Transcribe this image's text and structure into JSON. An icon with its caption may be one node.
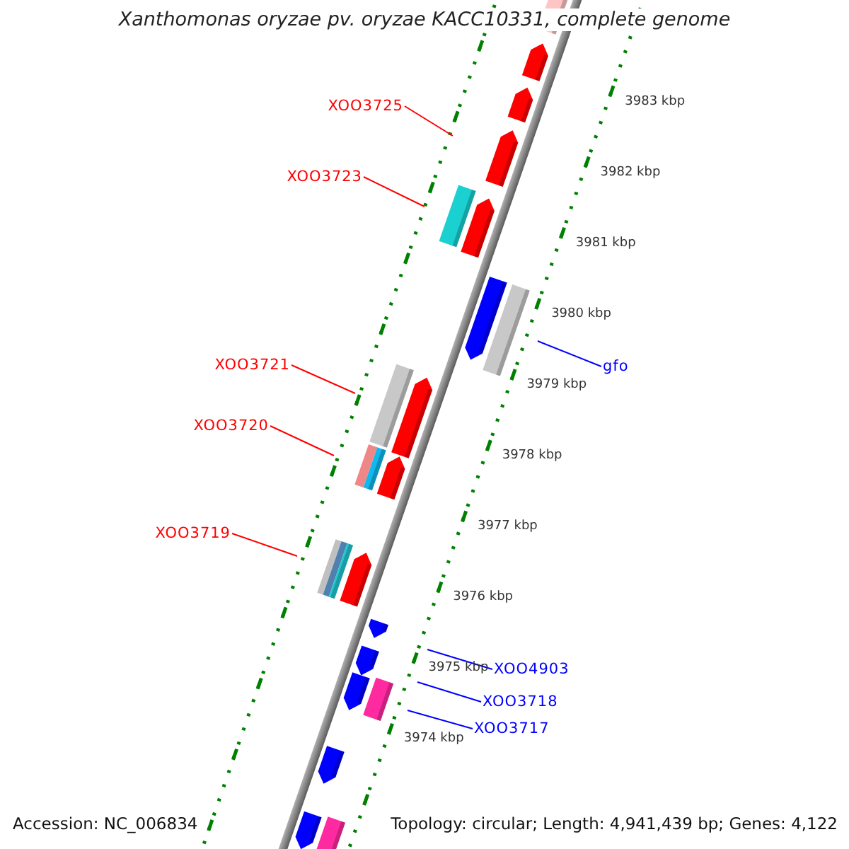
{
  "diagram": {
    "title": "Xanthomonas oryzae pv. oryzae KACC10331, complete genome",
    "nodes": [
      {
        "text": [
          "XOO3725"
        ]
      },
      {
        "text": [
          "XOO3723"
        ]
      },
      {
        "text": [
          "XOO3721"
        ]
      },
      {
        "text": [
          "XOO3720"
        ]
      },
      {
        "text": [
          "XOO3719"
        ]
      },
      {
        "text": [
          "gfo"
        ]
      },
      {
        "text": [
          "XOO4903"
        ]
      },
      {
        "text": [
          "XOO3718"
        ]
      },
      {
        "text": [
          "XOO3717"
        ]
      }
    ],
    "edges": [
      {
        "from": 0,
        "to": null,
        "arrow": "none"
      },
      {
        "from": 1,
        "to": null,
        "arrow": "none"
      },
      {
        "from": 2,
        "to": null,
        "arrow": "none"
      },
      {
        "from": 3,
        "to": null,
        "arrow": "none"
      },
      {
        "from": 4,
        "to": null,
        "arrow": "none"
      },
      {
        "from": 5,
        "to": null,
        "arrow": "none",
        "color": "#0000ff"
      },
      {
        "from": 6,
        "to": null,
        "arrow": "none",
        "color": "#0000ff"
      },
      {
        "from": 7,
        "to": null,
        "arrow": "none",
        "color": "#0000ff"
      },
      {
        "from": 8,
        "to": null,
        "arrow": "none",
        "color": "#0000ff"
      }
    ],
    "labels": [
      "3983 kbp",
      "3982 kbp",
      "3981 kbp",
      "3980 kbp",
      "3979 kbp",
      "3978 kbp",
      "3977 kbp",
      "3976 kbp",
      "3975 kbp",
      "3974 kbp",
      "Accession: NC_006834",
      "Topology: circular; Length: 4,941,439 bp; Genes: 4,122"
    ]
  }
}
